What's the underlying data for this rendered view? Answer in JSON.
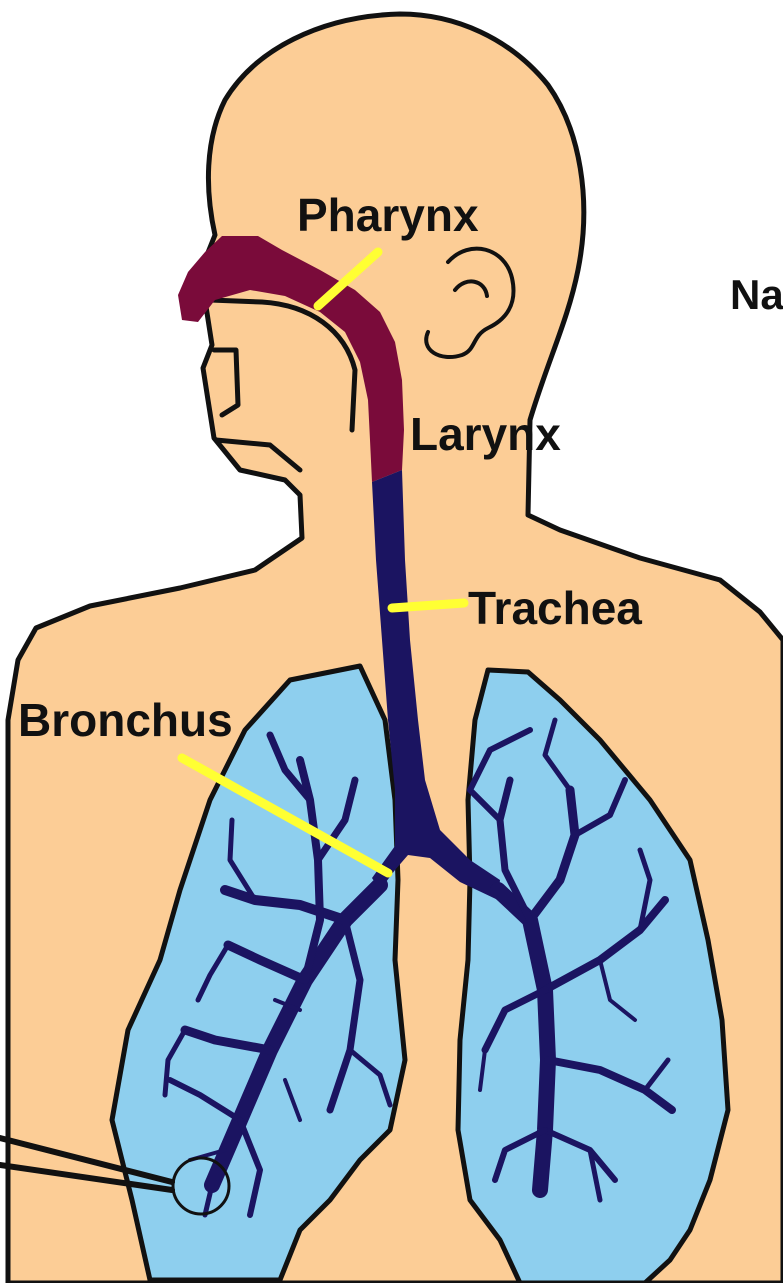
{
  "labels": {
    "pharynx": "Pharynx",
    "larynx": "Larynx",
    "trachea": "Trachea",
    "bronchus": "Bronchus",
    "nasal_cut": "Na"
  },
  "colors": {
    "skin": "#fccd96",
    "outline": "#111111",
    "airway_upper": "#7a0b3a",
    "airway_lower": "#1b1461",
    "lung": "#8ecfee",
    "pointer": "#ffff33"
  }
}
